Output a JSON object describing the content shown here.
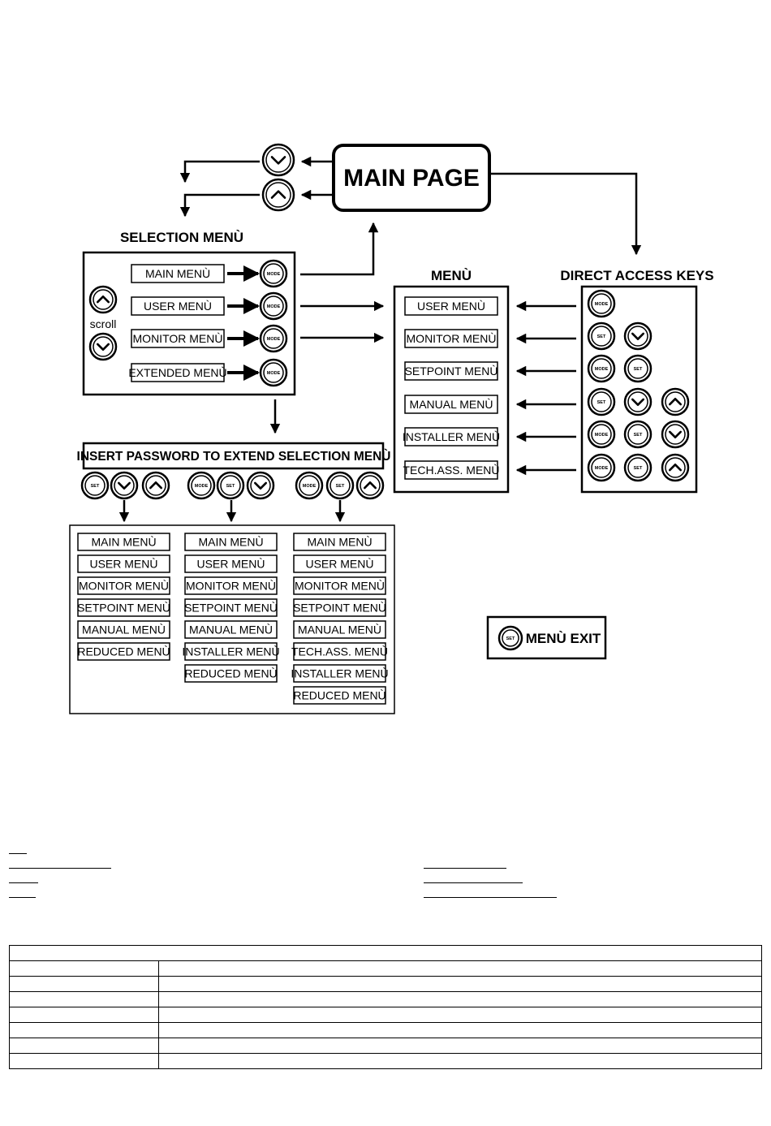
{
  "main_page": "MAIN PAGE",
  "selection_menu": {
    "title": "SELECTION MENÙ",
    "scroll_label": "scroll",
    "items": [
      "MAIN MENÙ",
      "USER MENÙ",
      "MONITOR MENÙ",
      "EXTENDED MENÙ"
    ]
  },
  "menu": {
    "title": "MENÙ",
    "items": [
      "USER MENÙ",
      "MONITOR MENÙ",
      "SETPOINT MENÙ",
      "MANUAL MENÙ",
      "INSTALLER MENÙ",
      "TECH.ASS. MENÙ"
    ]
  },
  "direct_access": {
    "title": "DIRECT ACCESS KEYS",
    "rows": [
      [
        "MODE"
      ],
      [
        "SET",
        "down"
      ],
      [
        "MODE",
        "SET"
      ],
      [
        "SET",
        "down",
        "up"
      ],
      [
        "MODE",
        "SET",
        "down"
      ],
      [
        "MODE",
        "SET",
        "up"
      ]
    ]
  },
  "password_banner": "INSERT PASSWORD TO EXTEND SELECTION MENÙ",
  "password_combos": [
    [
      "SET",
      "down",
      "up"
    ],
    [
      "MODE",
      "SET",
      "down"
    ],
    [
      "MODE",
      "SET",
      "up"
    ]
  ],
  "extended_columns": [
    [
      "MAIN MENÙ",
      "USER MENÙ",
      "MONITOR MENÙ",
      "SETPOINT MENÙ",
      "MANUAL MENÙ",
      "REDUCED MENÙ"
    ],
    [
      "MAIN MENÙ",
      "USER MENÙ",
      "MONITOR MENÙ",
      "SETPOINT MENÙ",
      "MANUAL MENÙ",
      "INSTALLER MENÙ",
      "REDUCED MENÙ"
    ],
    [
      "MAIN MENÙ",
      "USER MENÙ",
      "MONITOR MENÙ",
      "SETPOINT MENÙ",
      "MANUAL MENÙ",
      "TECH.ASS. MENÙ",
      "INSTALLER MENÙ",
      "REDUCED MENÙ"
    ]
  ],
  "exit": {
    "key": "SET",
    "label": "MENÙ EXIT"
  },
  "key_labels": {
    "mode": "MODE",
    "set": "SET"
  }
}
